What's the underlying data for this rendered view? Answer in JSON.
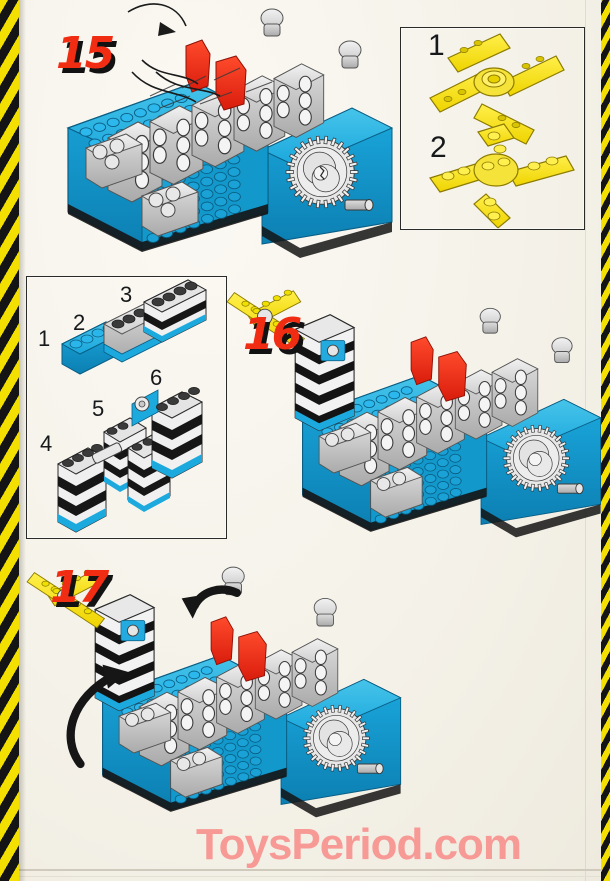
{
  "page": {
    "background_color": "#f6f3ec",
    "hazard_stripe_colors": [
      "#f4e000",
      "#141414"
    ],
    "brand_red": "#f02d12",
    "lego_blue": "#17a8dd",
    "lego_grey": "#d4d4d4",
    "lego_yellow": "#f4dc12",
    "lego_red": "#ed2a1c"
  },
  "watermark": {
    "text": "ToysPeriod.com",
    "color": "#f79a96"
  },
  "steps": [
    {
      "id": "step-15",
      "number": "15",
      "description": "Main blue LEGO Technic chassis assembly with grey cylinder blocks, red pistons, and grey gear wheel on right side."
    },
    {
      "id": "step-16",
      "number": "16",
      "description": "Chassis with yellow rotor blade assembly mounted on black-and-white striped tower."
    },
    {
      "id": "step-17",
      "number": "17",
      "description": "Chassis rotated, two curved black arrows indicate rotating the model; yellow rotor on striped tower."
    }
  ],
  "sub_assembly_box": {
    "id": "sub-assembly-box",
    "position": "top-right",
    "items": [
      {
        "number": "1",
        "name": "yellow-rotor-blades-underside",
        "color": "#f4dc12",
        "description": "Four yellow 1x4 technic beam blades arranged as a cross around a central round plate, viewed from beam side."
      },
      {
        "number": "2",
        "name": "yellow-rotor-blades-topside",
        "color": "#f4dc12",
        "description": "Same yellow cross rotor assembly viewed from the studded top side."
      }
    ]
  },
  "parts_box": {
    "id": "parts-box",
    "position": "middle-left",
    "items": [
      {
        "number": "1",
        "name": "blue-1x4-plate",
        "colors": [
          "#17a8dd"
        ],
        "description": "Blue 1x4 plate"
      },
      {
        "number": "2",
        "name": "grey-1x4-brick-on-blue",
        "colors": [
          "#d9d9d9",
          "#17a8dd"
        ],
        "description": "Grey 1x4 brick on blue plate"
      },
      {
        "number": "3",
        "name": "striped-1x4-brick",
        "colors": [
          "#ffffff",
          "#141414",
          "#17a8dd"
        ],
        "description": "Black and white striped 1x4 brick on blue plate"
      },
      {
        "number": "4",
        "name": "striped-tower-brick-a",
        "colors": [
          "#ffffff",
          "#141414",
          "#17a8dd"
        ],
        "description": "Black and white striped brick stack, blue base"
      },
      {
        "number": "5",
        "name": "striped-tower-double",
        "colors": [
          "#ffffff",
          "#141414",
          "#17a8dd",
          "#d9d9d9"
        ],
        "description": "Two striped brick stacks joined with grey technic pin"
      },
      {
        "number": "6",
        "name": "striped-tower-with-axle",
        "colors": [
          "#ffffff",
          "#141414",
          "#17a8dd",
          "#d9d9d9"
        ],
        "description": "Striped brick stack with grey axle connector on side"
      }
    ]
  },
  "arrows": [
    {
      "name": "rotation-arrow-left",
      "step": "17",
      "direction": "counter-clockwise-up",
      "color": "#141414"
    },
    {
      "name": "rotation-arrow-top",
      "step": "17",
      "direction": "down-left",
      "color": "#141414"
    },
    {
      "name": "attach-arrow",
      "step": "15",
      "direction": "down-right",
      "color": "#141414"
    }
  ]
}
